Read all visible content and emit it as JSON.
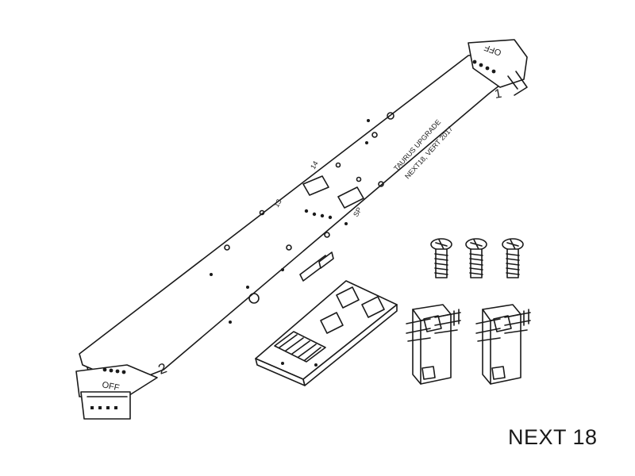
{
  "caption": "NEXT 18",
  "board_text": {
    "off_top": "OFF",
    "off_bottom": "OFF",
    "label_1": "1",
    "label_2": "2",
    "label_14": "14",
    "label_13": "13",
    "label_sp": "SP",
    "upgrade_line1": "TAURUS UPGRADE",
    "upgrade_line2": "NEXT18, VERT 2017"
  },
  "parts": {
    "screws": 3,
    "connector_modules": 2
  }
}
